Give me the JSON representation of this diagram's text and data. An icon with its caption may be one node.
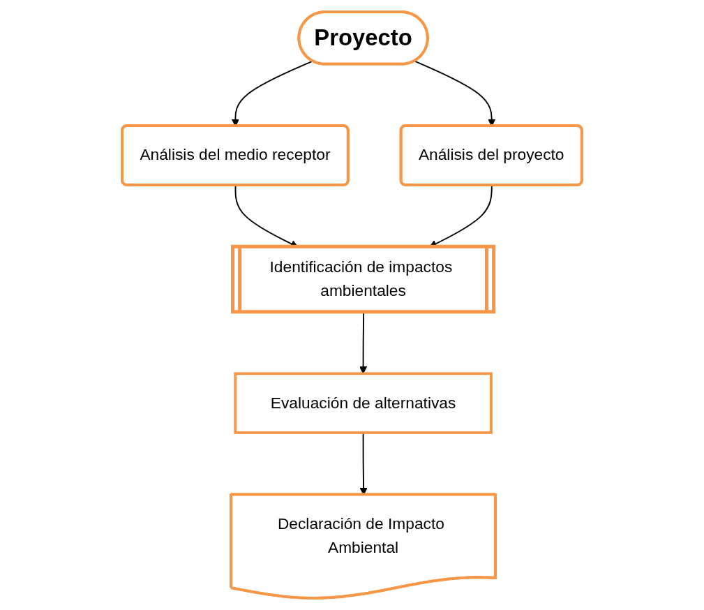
{
  "diagram": {
    "nodes": [
      {
        "text": [
          "Proyecto"
        ]
      },
      {
        "text": [
          "Análisis del medio receptor"
        ]
      },
      {
        "text": [
          "Análisis del proyecto"
        ]
      },
      {
        "text": [
          "Identificación de impactos ambientales"
        ]
      },
      {
        "text": [
          "Evaluación de alternativas"
        ]
      },
      {
        "text": [
          "Declaración de Impacto Ambiental"
        ]
      }
    ],
    "edges": [
      {
        "from": 0,
        "to": 1,
        "arrow": "to"
      },
      {
        "from": 0,
        "to": 2,
        "arrow": "to"
      },
      {
        "from": 1,
        "to": 3,
        "arrow": "to"
      },
      {
        "from": 2,
        "to": 3,
        "arrow": "to"
      },
      {
        "from": 3,
        "to": 4,
        "arrow": "to"
      },
      {
        "from": 4,
        "to": 5,
        "arrow": "to"
      }
    ]
  }
}
